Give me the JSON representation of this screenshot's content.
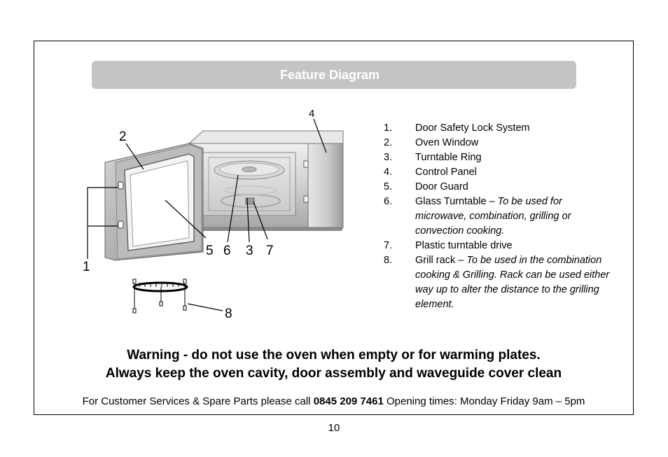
{
  "banner": {
    "title": "Feature Diagram"
  },
  "callouts": [
    "1",
    "2",
    "3",
    "4",
    "5",
    "6",
    "7",
    "8"
  ],
  "legend": [
    {
      "num": "1.",
      "label": "Door Safety Lock System",
      "note": ""
    },
    {
      "num": "2.",
      "label": "Oven Window",
      "note": ""
    },
    {
      "num": "3.",
      "label": "Turntable Ring",
      "note": ""
    },
    {
      "num": "4.",
      "label": "Control Panel",
      "note": ""
    },
    {
      "num": "5.",
      "label": "Door Guard",
      "note": ""
    },
    {
      "num": "6.",
      "label": "Glass Turntable – ",
      "note": "To be used for microwave, combination, grilling or convection cooking."
    },
    {
      "num": "7.",
      "label": "Plastic turntable drive",
      "note": ""
    },
    {
      "num": "8.",
      "label": "Grill rack – ",
      "note": "To be used in the combination cooking  & Grilling. Rack can be used either way up to alter the distance to the grilling element."
    }
  ],
  "warning": {
    "line1": "Warning - do not use the oven when empty or for warming plates.",
    "line2": "Always keep the oven cavity, door assembly and waveguide cover clean"
  },
  "footer": {
    "prefix": "For Customer Services & Spare Parts please call ",
    "phone": "0845 209 7461",
    "suffix": " Opening times: Monday  Friday  9am – 5pm"
  },
  "page_number": "10",
  "colors": {
    "banner": "#c4c4c4",
    "appliance_body": "#d8d8d8",
    "door": "#b8b8b8"
  }
}
